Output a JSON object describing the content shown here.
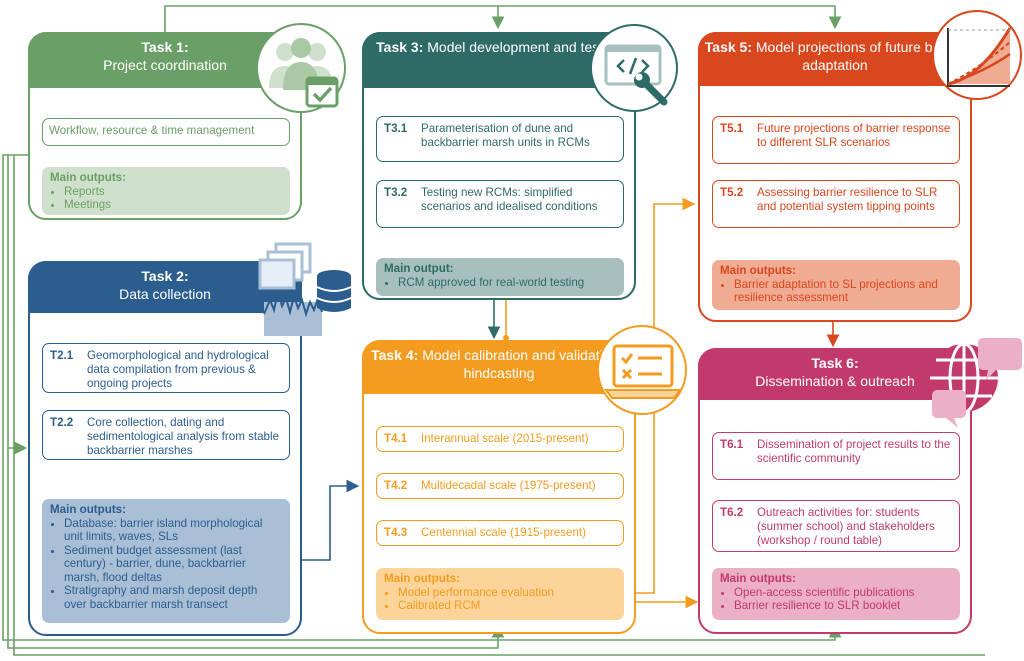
{
  "colors": {
    "t1": "#6aa067",
    "t1_out": "#cfe0cc",
    "t1_text": "#6aa067",
    "t2": "#2c5d8f",
    "t2_out": "#a9bfd6",
    "t2_text": "#2c5d8f",
    "t3": "#2f6b66",
    "t3_out": "#a8c0bd",
    "t3_text": "#2f6b66",
    "t4": "#f39c1f",
    "t4_out": "#fcd49a",
    "t4_text": "#f39c1f",
    "t5": "#d9471f",
    "t5_out": "#f0ab93",
    "t5_text": "#d9471f",
    "t6": "#c23a6c",
    "t6_out": "#ebb0c6",
    "t6_text": "#c23a6c"
  },
  "tasks": {
    "t1": {
      "task_label": "Task 1:",
      "title": "Project coordination",
      "icon": "team-calendar-icon",
      "subtasks": [
        {
          "code": "",
          "text": "Workflow, resource & time management"
        }
      ],
      "outputs_title": "Main outputs:",
      "outputs": [
        "Reports",
        "Meetings"
      ]
    },
    "t2": {
      "task_label": "Task 2:",
      "title": "Data collection",
      "icon": "database-chart-icon",
      "subtasks": [
        {
          "code": "T2.1",
          "text": "Geomorphological and hydrological data compilation from previous & ongoing projects"
        },
        {
          "code": "T2.2",
          "text": "Core collection, dating and sedimentological analysis from stable backbarrier marshes"
        }
      ],
      "outputs_title": "Main outputs:",
      "outputs": [
        "Database: barrier island morphological unit limits, waves, SLs",
        "Sediment budget assessment (last century) - barrier, dune, backbarrier marsh, flood deltas",
        "Stratigraphy and marsh deposit depth over backbarrier marsh transect"
      ]
    },
    "t3": {
      "task_label": "Task 3:",
      "title": "Model development and testing",
      "icon": "code-wrench-icon",
      "subtasks": [
        {
          "code": "T3.1",
          "text": "Parameterisation of dune and backbarrier marsh units in RCMs"
        },
        {
          "code": "T3.2",
          "text": "Testing new RCMs: simplified scenarios and idealised conditions"
        }
      ],
      "outputs_title": "Main output:",
      "outputs": [
        "RCM approved for real-world testing"
      ]
    },
    "t4": {
      "task_label": "Task 4:",
      "title": "Model calibration and validation - hindcasting",
      "icon": "checklist-laptop-icon",
      "subtasks": [
        {
          "code": "T4.1",
          "text": "Interannual scale (2015-present)"
        },
        {
          "code": "T4.2",
          "text": "Multidecadal scale (1975-present)"
        },
        {
          "code": "T4.3",
          "text": "Centennial scale (1915-present)"
        }
      ],
      "outputs_title": "Main outputs:",
      "outputs": [
        "Model performance evaluation",
        "Calibrated RCM"
      ]
    },
    "t5": {
      "task_label": "Task 5:",
      "title": "Model projections of future barrier adaptation",
      "icon": "projection-graph-icon",
      "subtasks": [
        {
          "code": "T5.1",
          "text": "Future projections of barrier response to different SLR scenarios"
        },
        {
          "code": "T5.2",
          "text": "Assessing barrier resilience to SLR and potential system tipping points"
        }
      ],
      "outputs_title": "Main outputs:",
      "outputs": [
        "Barrier adaptation to SL projections and resilience assessment"
      ]
    },
    "t6": {
      "task_label": "Task 6:",
      "title": "Dissemination & outreach",
      "icon": "globe-chat-icon",
      "subtasks": [
        {
          "code": "T6.1",
          "text": "Dissemination of project results to the scientific community"
        },
        {
          "code": "T6.2",
          "text": "Outreach activities for: students (summer school) and stakeholders (workshop / round table)"
        }
      ],
      "outputs_title": "Main outputs:",
      "outputs": [
        "Open-access scientific publications",
        "Barrier resilience to SLR booklet"
      ]
    }
  }
}
